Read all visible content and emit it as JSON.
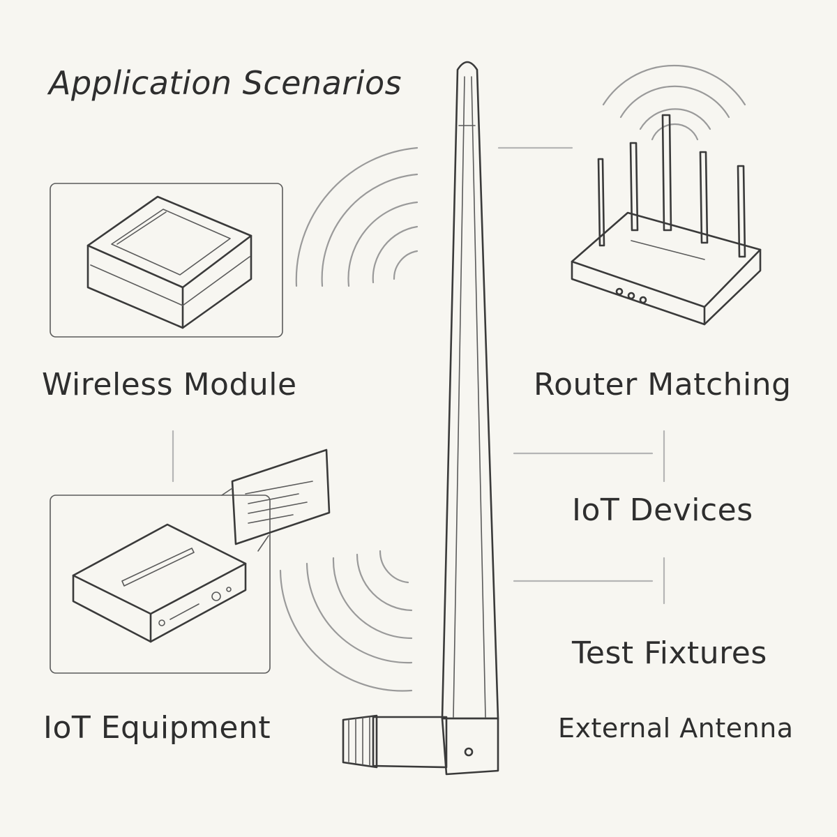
{
  "title": "Application Scenarios",
  "labels": {
    "wireless_module": "Wireless Module",
    "router_matching": "Router Matching",
    "iot_devices": "IoT Devices",
    "test_fixtures": "Test Fixtures",
    "iot_equipment": "IoT Equipment",
    "external_antenna": "External Antenna"
  },
  "colors": {
    "background": "#f7f6f1",
    "ink": "#3a3a3a",
    "wave": "#9a9a9a"
  },
  "icons": [
    "wireless-module-icon",
    "router-icon",
    "iot-equipment-icon",
    "info-card-icon",
    "antenna-icon",
    "signal-waves-icon"
  ]
}
